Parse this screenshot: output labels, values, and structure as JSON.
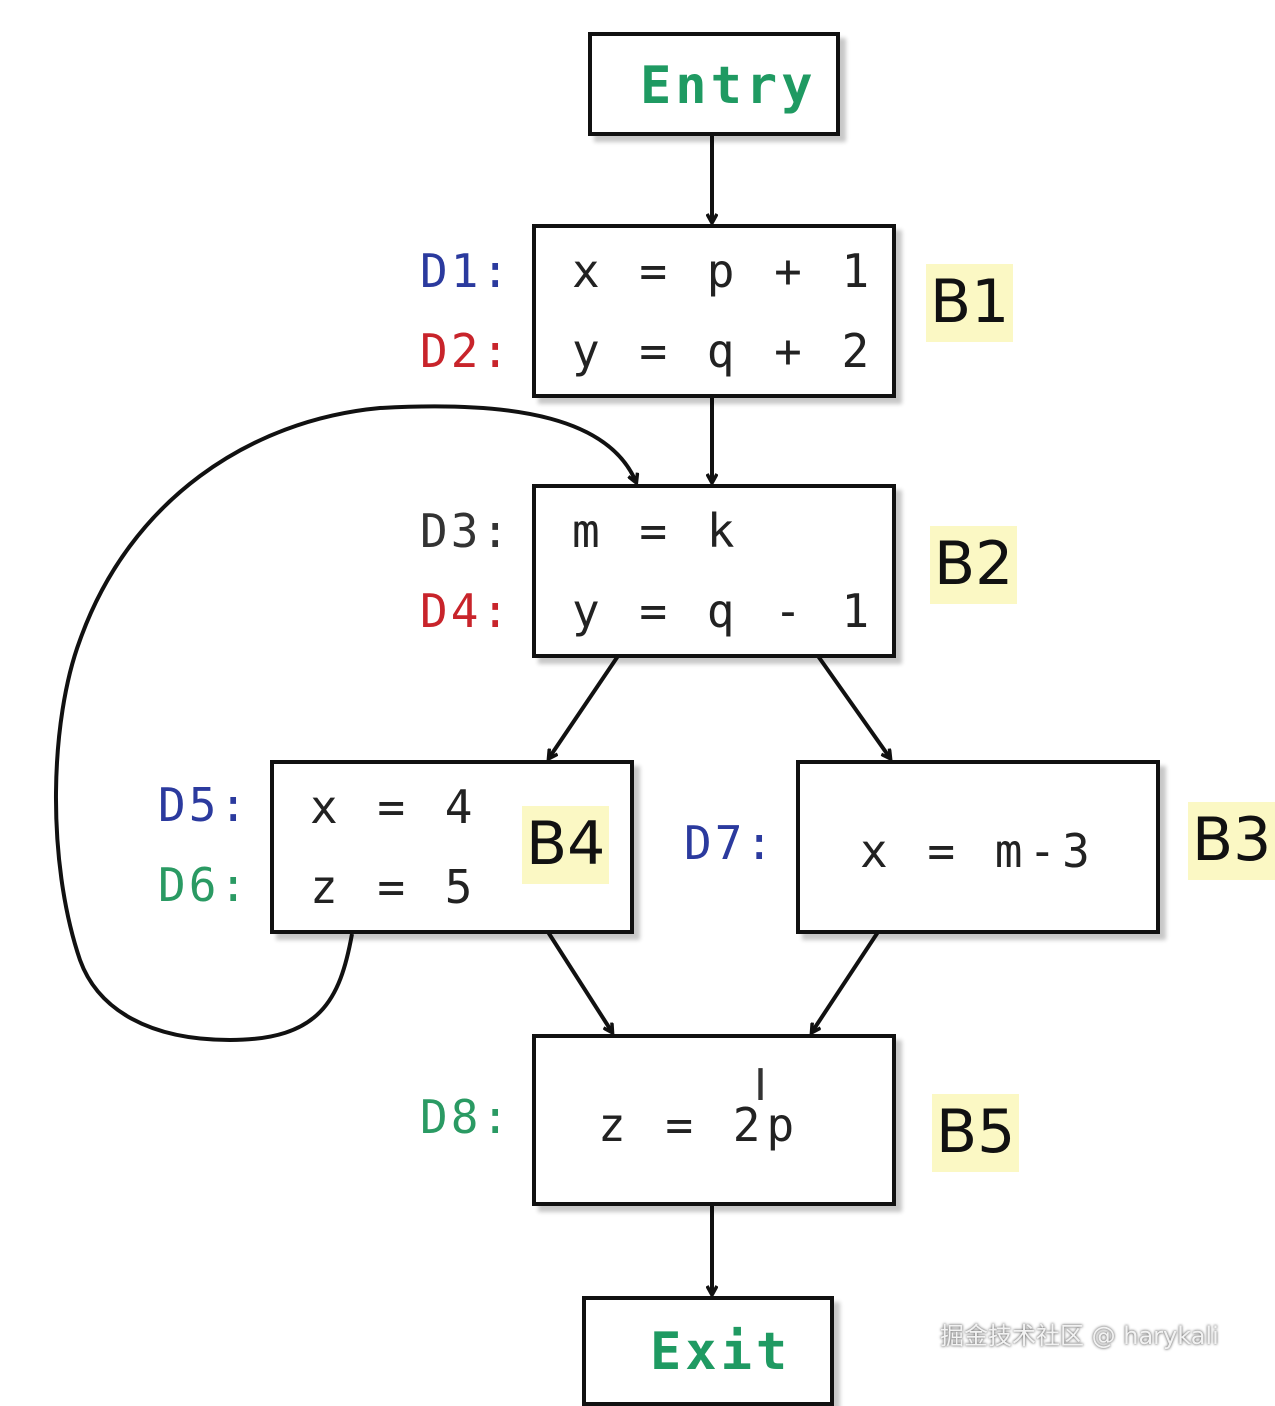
{
  "colors": {
    "blue": "#2b3a9e",
    "red": "#c8242b",
    "green": "#2a9a63",
    "dark": "#333333",
    "highlight": "#fbf8c4"
  },
  "nodes": {
    "entry": {
      "label": "Entry"
    },
    "exit": {
      "label": "Exit"
    },
    "b1": {
      "name": "B1",
      "stmts": [
        {
          "def": "D1:",
          "code": "x = p + 1",
          "color": "blue"
        },
        {
          "def": "D2:",
          "code": "y = q + 2",
          "color": "red"
        }
      ]
    },
    "b2": {
      "name": "B2",
      "stmts": [
        {
          "def": "D3:",
          "code": "m = k",
          "color": "dark"
        },
        {
          "def": "D4:",
          "code": "y = q - 1",
          "color": "red"
        }
      ]
    },
    "b4": {
      "name": "B4",
      "stmts": [
        {
          "def": "D5:",
          "code": "x = 4",
          "color": "blue"
        },
        {
          "def": "D6:",
          "code": "z = 5",
          "color": "green"
        }
      ]
    },
    "b3": {
      "name": "B3",
      "stmts": [
        {
          "def": "D7:",
          "code": "x = m-3",
          "color": "blue"
        }
      ]
    },
    "b5": {
      "name": "B5",
      "stmts": [
        {
          "def": "D8:",
          "code": "z = 2p",
          "color": "green"
        }
      ]
    }
  },
  "edges": [
    [
      "entry",
      "b1"
    ],
    [
      "b1",
      "b2"
    ],
    [
      "b2",
      "b4"
    ],
    [
      "b2",
      "b3"
    ],
    [
      "b4",
      "b5"
    ],
    [
      "b3",
      "b5"
    ],
    [
      "b4",
      "b2"
    ],
    [
      "b5",
      "exit"
    ]
  ],
  "watermark": "掘金技术社区 @ harykali"
}
